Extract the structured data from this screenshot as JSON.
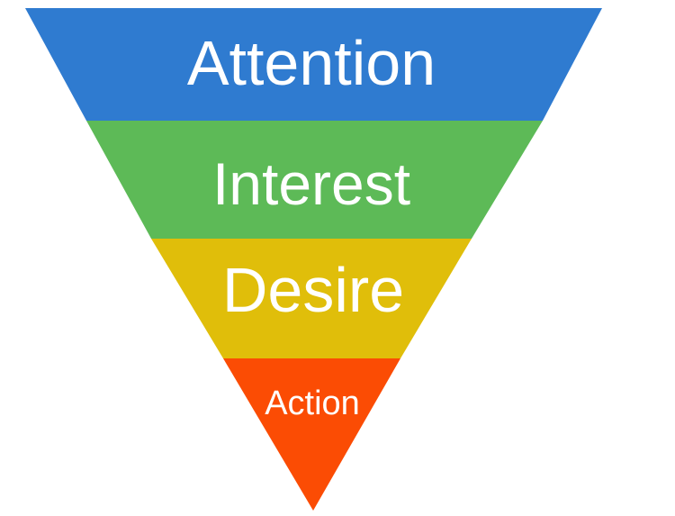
{
  "funnel": {
    "levels": [
      {
        "label": "Attention",
        "color": "#2f7bd0"
      },
      {
        "label": "Interest",
        "color": "#5dba57"
      },
      {
        "label": "Desire",
        "color": "#e0be0a"
      },
      {
        "label": "Action",
        "color": "#fb4c04"
      }
    ]
  }
}
